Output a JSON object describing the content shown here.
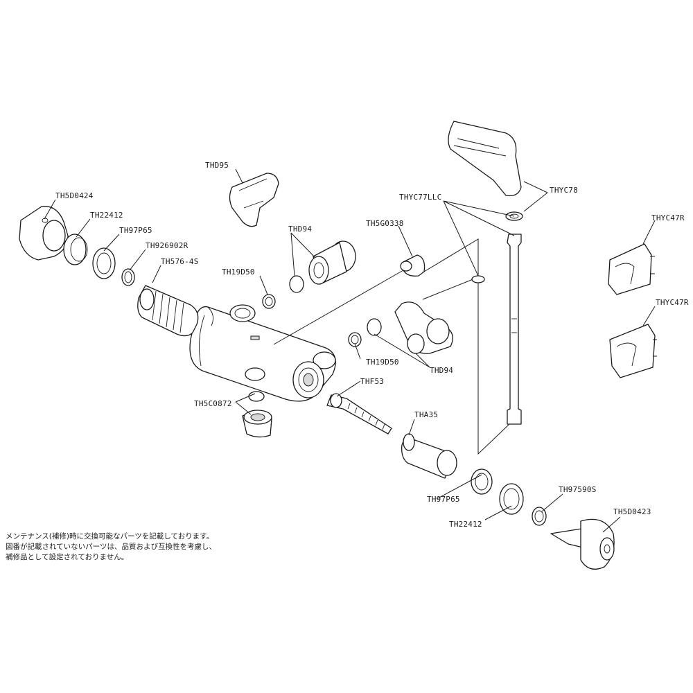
{
  "parts": {
    "th5d0424": "TH5D0424",
    "th22412_a": "TH22412",
    "th97p65_a": "TH97P65",
    "th926902r": "TH926902R",
    "th576_4s": "TH576-4S",
    "thd95": "THD95",
    "thd94_a": "THD94",
    "th19d50_a": "TH19D50",
    "th5g0338": "TH5G0338",
    "thyc77llc": "THYC77LLC",
    "thyc78": "THYC78",
    "thyc47r_a": "THYC47R",
    "thyc47r_b": "THYC47R",
    "th19d50_b": "TH19D50",
    "thd94_b": "THD94",
    "thf53": "THF53",
    "th5c0872": "TH5C0872",
    "tha35": "THA35",
    "th97p65_b": "TH97P65",
    "th97590s": "TH97590S",
    "th22412_b": "TH22412",
    "th5d0423": "TH5D0423"
  },
  "note": {
    "line1": "メンテナンス(補修)時に交換可能なパーツを記載しております。",
    "line2": "図番が記載されていないパーツは、品質および互換性を考慮し、",
    "line3": "補修品として設定されておりません。"
  }
}
